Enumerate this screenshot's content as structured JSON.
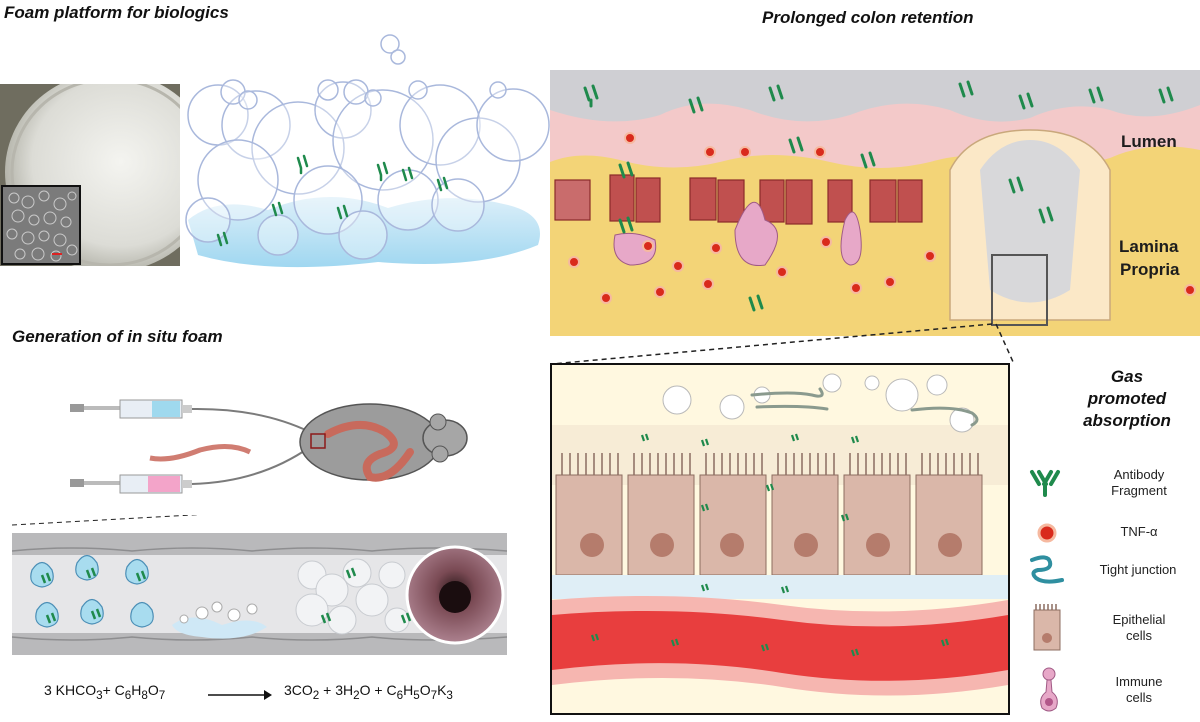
{
  "panels": {
    "foam_platform": {
      "title": "Foam platform for biologics"
    },
    "in_situ": {
      "title": "Generation of in situ foam",
      "equation": {
        "reactants_html": "3 KHCO<sub>3</sub>+ C<sub>6</sub>H<sub>8</sub>O<sub>7</sub>",
        "products_html": "3CO<sub>2</sub> + 3H<sub>2</sub>O + C<sub>6</sub>H<sub>5</sub>O<sub>7</sub>K<sub>3</sub>"
      }
    },
    "colon_retention": {
      "title": "Prolonged colon retention",
      "lumen_label": "Lumen",
      "lamina_label_1": "Lamina",
      "lamina_label_2": "Propria"
    },
    "absorption": {
      "title_line1": "Gas",
      "title_line2": "promoted",
      "title_line3": "absorption"
    }
  },
  "legend": [
    {
      "icon": "antibody-fragment-icon",
      "line1": "Antibody",
      "line2": "Fragment"
    },
    {
      "icon": "tnf-alpha-icon",
      "line1": "TNF-α",
      "line2": ""
    },
    {
      "icon": "tight-junction-icon",
      "line1": "Tight junction",
      "line2": ""
    },
    {
      "icon": "epithelial-cell-icon",
      "line1": "Epithelial",
      "line2": "cells"
    },
    {
      "icon": "immune-cell-icon",
      "line1": "Immune",
      "line2": "cells"
    }
  ],
  "colors": {
    "antibody": "#1f8a4c",
    "tnf": "#d92a1c",
    "lumen_gray": "#cfcfd3",
    "mucus_pink": "#f3c9c9",
    "lamina_yellow": "#f3d477",
    "vessel_red": "#e83e3e",
    "epithelial_tan": "#d9b3a6",
    "foam_blue": "#bfe3f6"
  }
}
